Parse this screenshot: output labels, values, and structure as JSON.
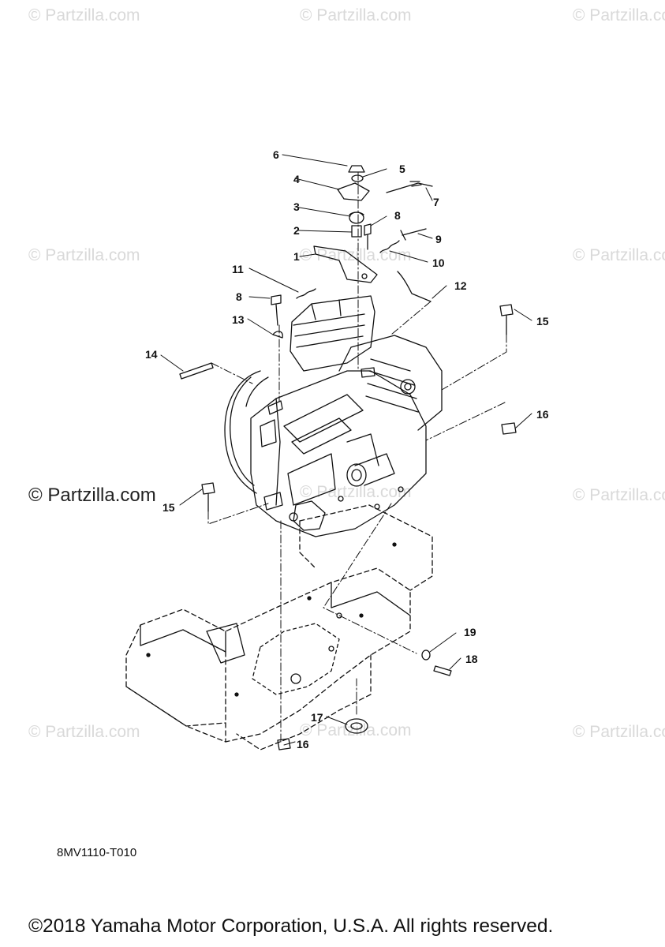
{
  "watermark": {
    "text": "© Partzilla.com",
    "color": "#d9d9d9",
    "strong_color": "#222222"
  },
  "callouts": [
    "1",
    "2",
    "3",
    "4",
    "5",
    "6",
    "7",
    "8",
    "9",
    "10",
    "11",
    "12",
    "8",
    "13",
    "14",
    "15",
    "16",
    "15",
    "16",
    "17",
    "18",
    "19"
  ],
  "drawing_code": "8MV1110-T010",
  "copyright": "©2018 Yamaha Motor Corporation, U.S.A. All rights reserved."
}
